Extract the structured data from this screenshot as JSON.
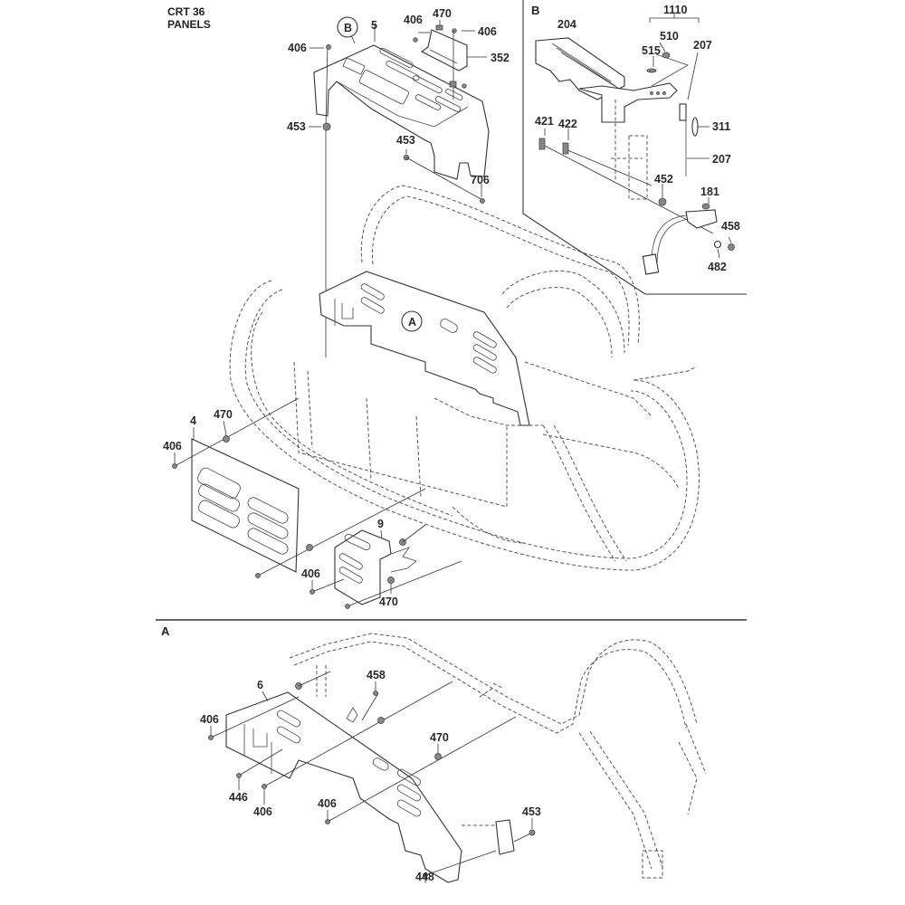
{
  "header": {
    "model": "CRT 36",
    "section": "PANELS"
  },
  "detail_views": {
    "A": {
      "label": "A"
    },
    "B": {
      "label": "B"
    }
  },
  "callouts": {
    "main": {
      "c406_top_left": "406",
      "cB_marker": "B",
      "c5": "5",
      "c406_top_mid": "406",
      "c470_top": "470",
      "c406_top_right": "406",
      "c352": "352",
      "c453_left": "453",
      "c453_mid": "453",
      "c706": "706",
      "cA_marker": "A",
      "c4": "4",
      "c470_left": "470",
      "c406_left": "406",
      "c9": "9",
      "c406_bottom": "406",
      "c470_bottom": "470"
    },
    "detail_b": {
      "c1110": "1110",
      "c204": "204",
      "c510": "510",
      "c515": "515",
      "c207_top": "207",
      "c421": "421",
      "c422": "422",
      "c311": "311",
      "c207_bottom": "207",
      "c452": "452",
      "c181": "181",
      "c458": "458",
      "c482": "482"
    },
    "detail_a": {
      "c6": "6",
      "c458": "458",
      "c406_left": "406",
      "c470": "470",
      "c446": "446",
      "c406_mid": "406",
      "c406_right": "406",
      "c453": "453",
      "c448": "448"
    }
  }
}
